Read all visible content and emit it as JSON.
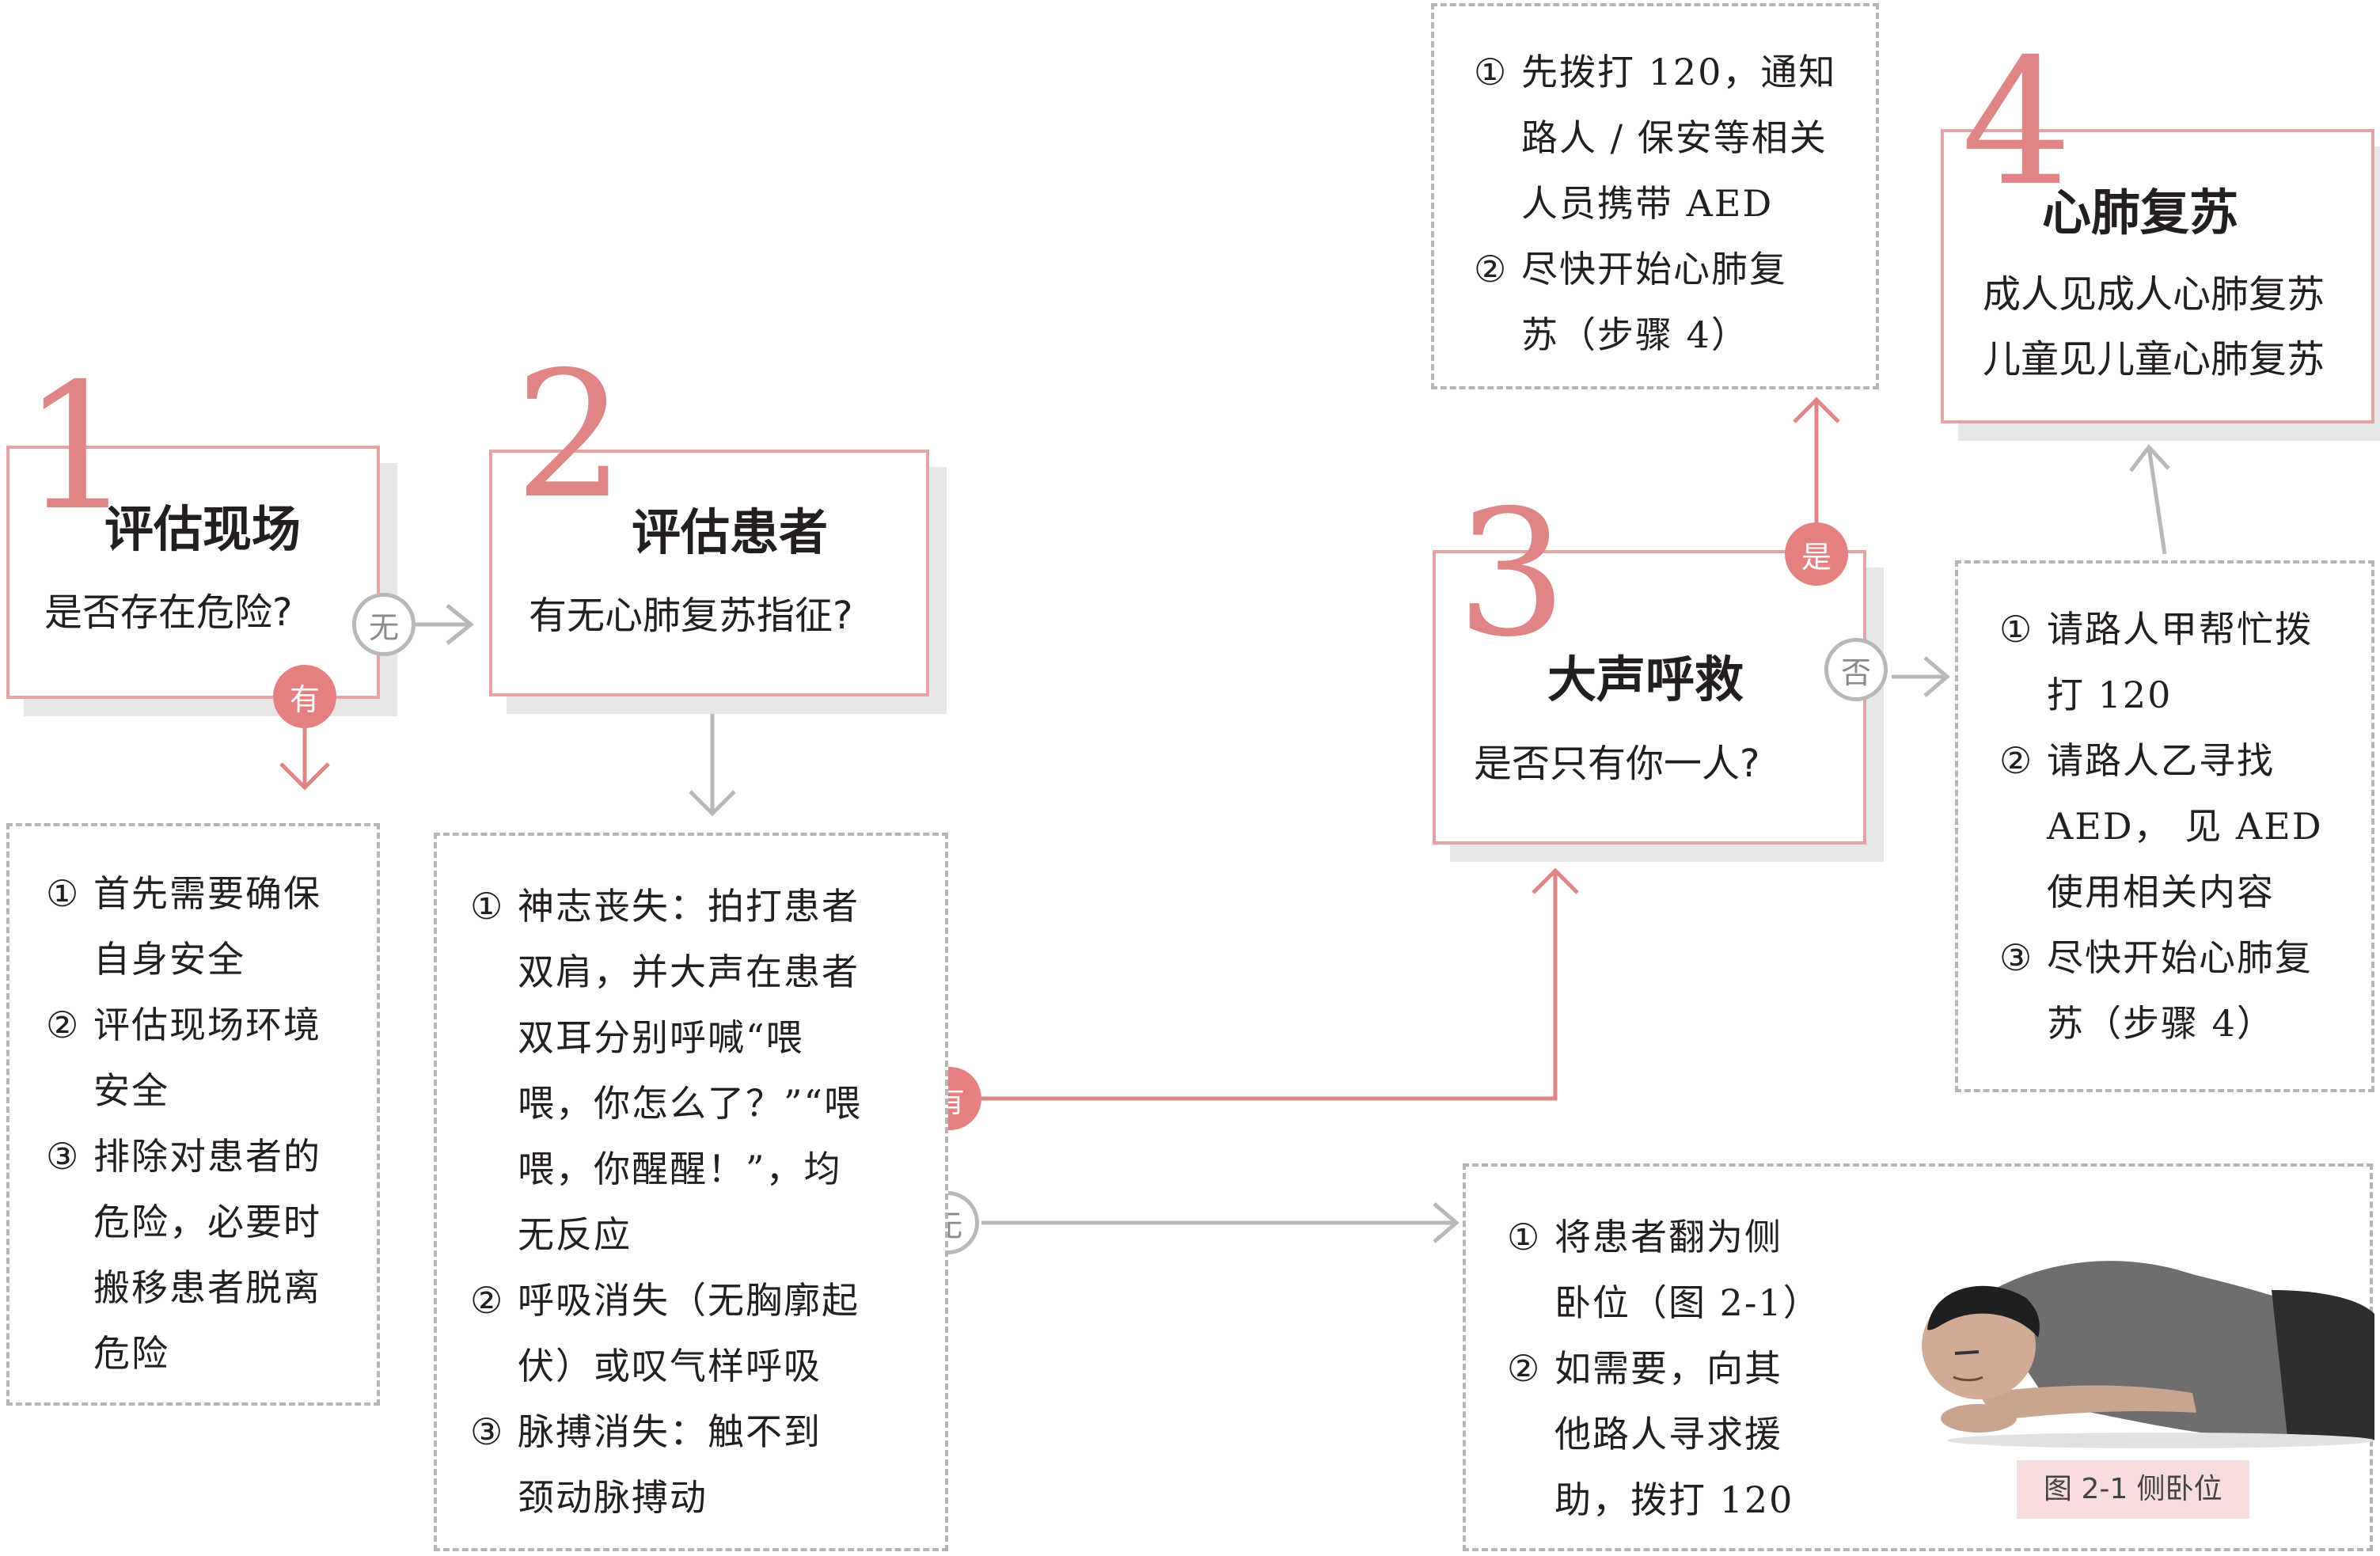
{
  "steps": [
    {
      "num": "1",
      "title": "评估现场",
      "subtitle": "是否存在危险?"
    },
    {
      "num": "2",
      "title": "评估患者",
      "subtitle": "有无心肺复苏指征?"
    },
    {
      "num": "3",
      "title": "大声呼救",
      "subtitle": "是否只有你一人?"
    },
    {
      "num": "4",
      "title": "心肺复苏",
      "lines": [
        "成人见成人心肺复苏",
        "儿童见儿童心肺复苏"
      ]
    }
  ],
  "badges": {
    "wu1": "无",
    "you1": "有",
    "you2": "有",
    "wu2": "无",
    "shi": "是",
    "fou": "否"
  },
  "notes": {
    "step1": {
      "items": [
        {
          "mark": "①",
          "lines": [
            "首先需要确保",
            "自身安全"
          ]
        },
        {
          "mark": "②",
          "lines": [
            "评估现场环境",
            "安全"
          ]
        },
        {
          "mark": "③",
          "lines": [
            "排除对患者的",
            "危险，必要时",
            "搬移患者脱离",
            "危险"
          ]
        }
      ]
    },
    "step2": {
      "items": [
        {
          "mark": "①",
          "lines": [
            "神志丧失：拍打患者",
            "双肩，并大声在患者",
            "双耳分别呼喊“喂",
            "喂，你怎么了？”“喂",
            "喂，你醒醒！”，均",
            "无反应"
          ]
        },
        {
          "mark": "②",
          "lines": [
            "呼吸消失（无胸廓起",
            "伏）或叹气样呼吸"
          ]
        },
        {
          "mark": "③",
          "lines": [
            "脉搏消失：触不到",
            "颈动脉搏动"
          ]
        }
      ]
    },
    "alone": {
      "items": [
        {
          "mark": "①",
          "lines": [
            "先拨打 120，通知",
            "路人 / 保安等相关",
            "人员携带 AED"
          ]
        },
        {
          "mark": "②",
          "lines": [
            "尽快开始心肺复",
            "苏（步骤 4）"
          ]
        }
      ]
    },
    "not_alone": {
      "items": [
        {
          "mark": "①",
          "lines": [
            "请路人甲帮忙拨",
            "打 120"
          ]
        },
        {
          "mark": "②",
          "lines": [
            "请路人乙寻找",
            "AED，  见 AED",
            "使用相关内容"
          ]
        },
        {
          "mark": "③",
          "lines": [
            "尽快开始心肺复",
            "苏（步骤 4）"
          ]
        }
      ]
    },
    "recovery": {
      "items": [
        {
          "mark": "①",
          "lines": [
            "将患者翻为侧",
            "卧位（图 2-1）"
          ]
        },
        {
          "mark": "②",
          "lines": [
            "如需要，向其",
            "他路人寻求援",
            "助，拨打 120"
          ]
        }
      ]
    }
  },
  "figure": {
    "caption": "图 2-1   侧卧位"
  },
  "colors": {
    "accent": "#e08585",
    "box_border": "#e6a3a3",
    "arrow": "#b8b8b8",
    "dash": "#b5b5b5"
  }
}
